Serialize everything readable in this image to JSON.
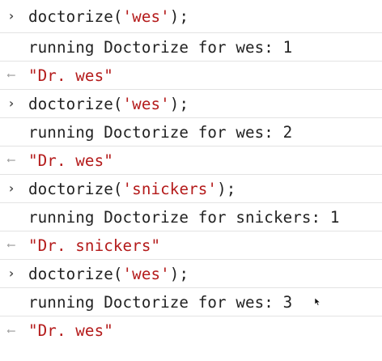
{
  "console": {
    "entries": [
      {
        "kind": "input",
        "prefix": "doctorize(",
        "arg": "'wes'",
        "suffix": ");"
      },
      {
        "kind": "log",
        "text": "running Doctorize for wes: 1"
      },
      {
        "kind": "result",
        "value": "\"Dr. wes\""
      },
      {
        "kind": "input",
        "prefix": "doctorize(",
        "arg": "'wes'",
        "suffix": ");"
      },
      {
        "kind": "log",
        "text": "running Doctorize for wes: 2"
      },
      {
        "kind": "result",
        "value": "\"Dr. wes\""
      },
      {
        "kind": "input",
        "prefix": "doctorize(",
        "arg": "'snickers'",
        "suffix": ");"
      },
      {
        "kind": "log",
        "text": "running Doctorize for snickers: 1"
      },
      {
        "kind": "result",
        "value": "\"Dr. snickers\""
      },
      {
        "kind": "input",
        "prefix": "doctorize(",
        "arg": "'wes'",
        "suffix": ");"
      },
      {
        "kind": "log",
        "text": "running Doctorize for wes: 3"
      },
      {
        "kind": "result",
        "value": "\"Dr. wes\""
      }
    ],
    "icons": {
      "input": "chevron-right-icon",
      "result": "return-arrow-icon"
    },
    "colors": {
      "string": "#b41a1a",
      "text": "#222222",
      "divider": "#e3e3e3"
    }
  }
}
